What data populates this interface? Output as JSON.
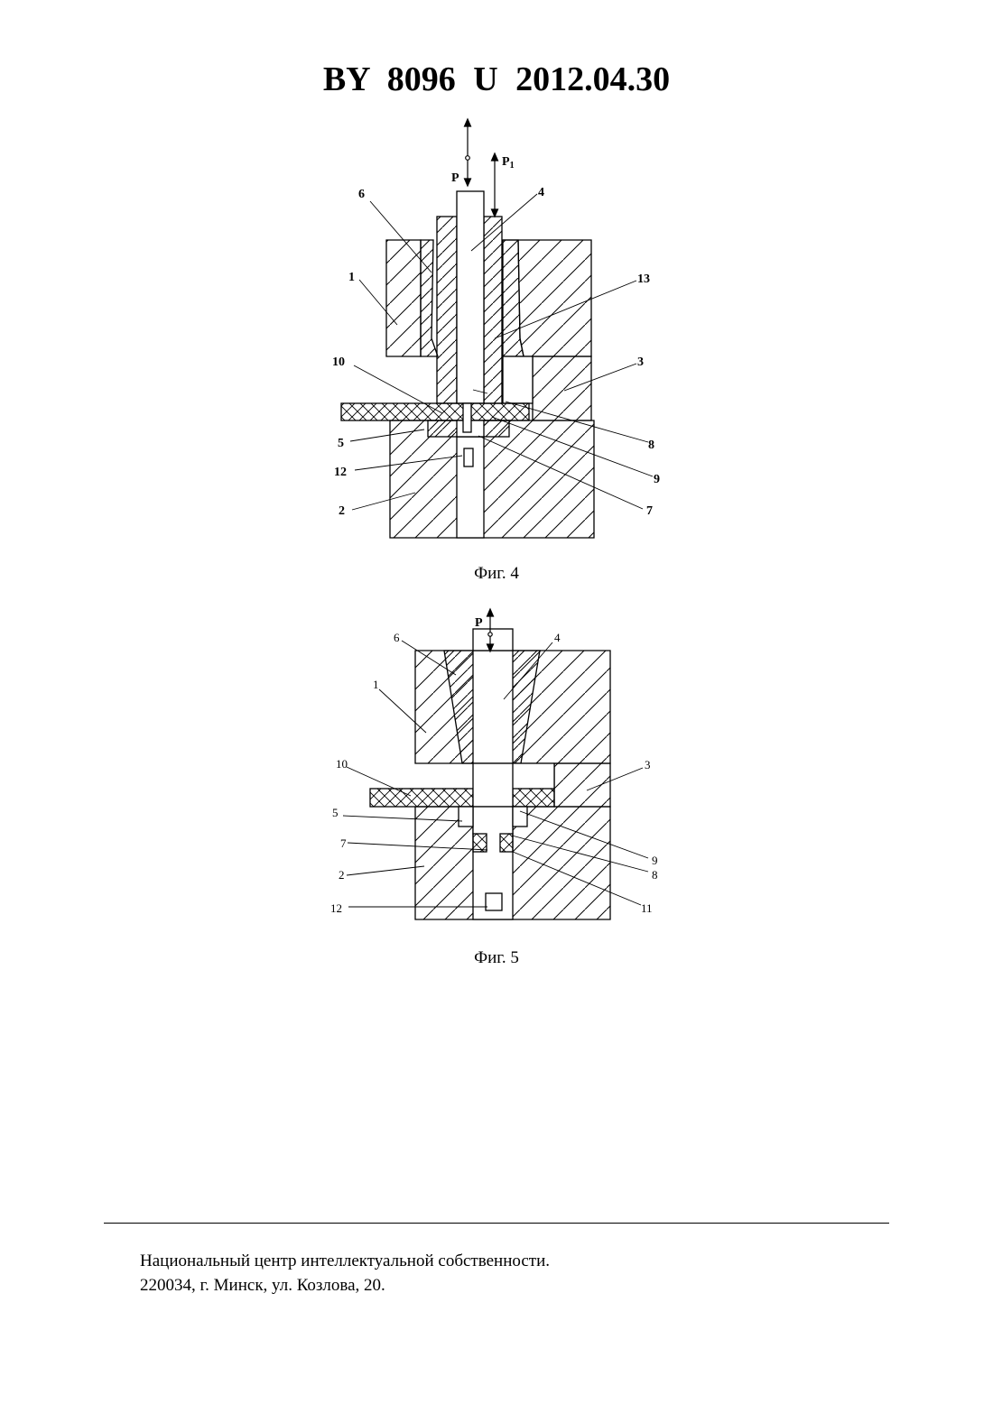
{
  "header": {
    "title": "BY 8096 U 2012.04.30"
  },
  "figures": [
    {
      "caption": "Фиг. 4",
      "forces": [
        "P",
        "P1"
      ],
      "labels": [
        "6",
        "4",
        "1",
        "13",
        "10",
        "3",
        "5",
        "8",
        "12",
        "9",
        "2",
        "7"
      ]
    },
    {
      "caption": "Фиг. 5",
      "forces": [
        "P"
      ],
      "labels": [
        "6",
        "4",
        "1",
        "10",
        "3",
        "5",
        "9",
        "7",
        "8",
        "2",
        "11",
        "12"
      ]
    }
  ],
  "footer": {
    "line1": "Национальный центр интеллектуальной собственности.",
    "line2": "220034, г. Минск, ул. Козлова, 20."
  }
}
